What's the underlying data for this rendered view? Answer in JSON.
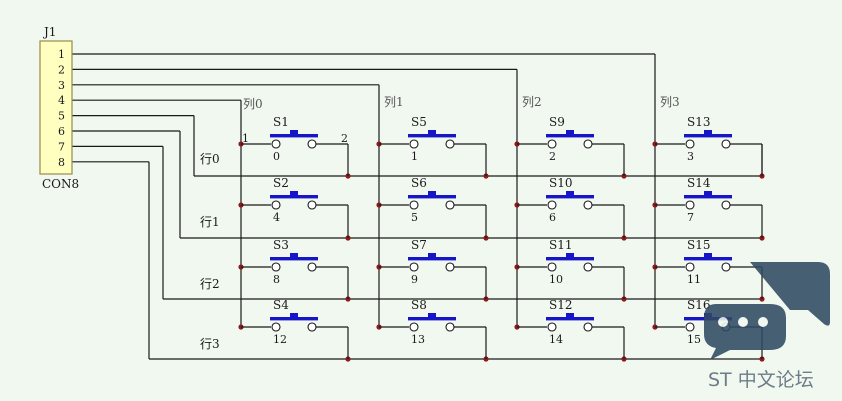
{
  "connector": {
    "ref": "J1",
    "name": "CON8",
    "pins": [
      "1",
      "2",
      "3",
      "4",
      "5",
      "6",
      "7",
      "8"
    ]
  },
  "columns": [
    "列0",
    "列1",
    "列2",
    "列3"
  ],
  "rows": [
    "行0",
    "行1",
    "行2",
    "行3"
  ],
  "pin_labels": {
    "left": "1",
    "right": "2"
  },
  "switches": [
    [
      "S1",
      "S5",
      "S9",
      "S13"
    ],
    [
      "S2",
      "S6",
      "S10",
      "S14"
    ],
    [
      "S3",
      "S7",
      "S11",
      "S15"
    ],
    [
      "S4",
      "S8",
      "S12",
      "S16"
    ]
  ],
  "key_numbers": [
    [
      "0",
      "1",
      "2",
      "3"
    ],
    [
      "4",
      "5",
      "6",
      "7"
    ],
    [
      "8",
      "9",
      "10",
      "11"
    ],
    [
      "12",
      "13",
      "14",
      "15"
    ]
  ],
  "watermark": {
    "text": "ST 中文论坛"
  },
  "colors": {
    "wire": "#1a1a1a",
    "switch": "#1616c8",
    "junction": "#8b1a1a",
    "connector_fill": "#ffffc0",
    "connector_border": "#9a8a4a",
    "watermark": "#2f4a62"
  }
}
